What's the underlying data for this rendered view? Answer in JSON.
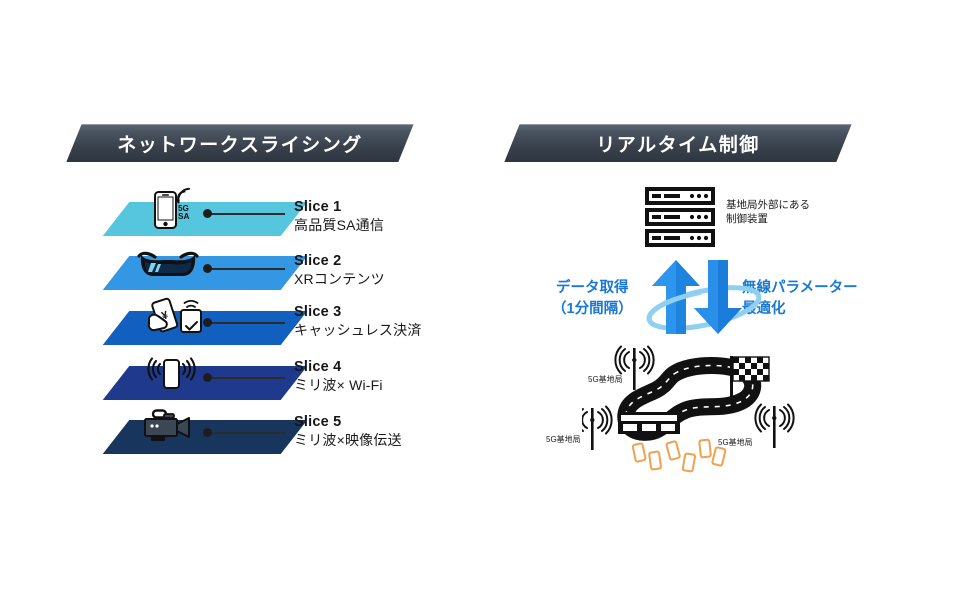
{
  "panels": {
    "left": {
      "banner_title": "ネットワークスライシング",
      "slices": [
        {
          "title": "Slice 1",
          "subtitle": "高品質SA通信",
          "icon": "smartphone-5gsa-icon",
          "icon_badge": "5G\nSA",
          "color": "#55c6de"
        },
        {
          "title": "Slice 2",
          "subtitle": "XRコンテンツ",
          "icon": "vr-goggles-icon",
          "color": "#3397e3"
        },
        {
          "title": "Slice 3",
          "subtitle": "キャッシュレス決済",
          "icon": "cashless-payment-icon",
          "color": "#1160bf"
        },
        {
          "title": "Slice 4",
          "subtitle": "ミリ波× Wi-Fi",
          "icon": "phone-wifi-waves-icon",
          "color": "#1f3a8c"
        },
        {
          "title": "Slice 5",
          "subtitle": "ミリ波×映像伝送",
          "icon": "video-camera-icon",
          "color": "#17355d"
        }
      ]
    },
    "right": {
      "banner_title": "リアルタイム制御",
      "rack": {
        "icon": "server-rack-icon",
        "caption_line1": "基地局外部にある",
        "caption_line2": "制御装置"
      },
      "flow": {
        "left_line1": "データ取得",
        "left_line2": "（1分間隔）",
        "right_line1": "無線パラメーター",
        "right_line2": "最適化",
        "up_arrow": "arrow-up-icon",
        "down_arrow": "arrow-down-icon",
        "orbit": "orbit-ellipse-icon",
        "accent_color": "#1878d4"
      },
      "track": {
        "icon": "race-circuit-icon",
        "flag": "checkered-flag-icon",
        "grandstand": "grandstand-icon",
        "base_stations": [
          {
            "label": "5G基地局",
            "icon": "antenna-tower-icon"
          },
          {
            "label": "5G基地局",
            "icon": "antenna-tower-icon"
          },
          {
            "label": "5G基地局",
            "icon": "antenna-tower-icon"
          }
        ],
        "devices": {
          "icon": "phone-outline-icon",
          "count": 6,
          "color": "#f0a050"
        }
      }
    }
  },
  "theme": {
    "banner_dark": "#39414c",
    "accent_blue": "#1878d4",
    "device_orange": "#f0a050",
    "background": "#ffffff"
  }
}
